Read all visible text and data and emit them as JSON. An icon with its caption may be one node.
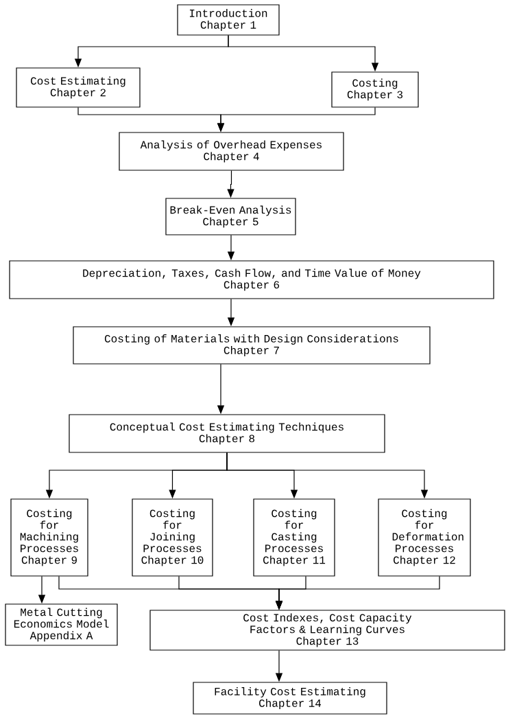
{
  "diagram": {
    "nodes": [
      {
        "text": [
          "Introduction",
          "Chapter 1"
        ]
      },
      {
        "text": [
          "Cost Estimating",
          "Chapter 2"
        ]
      },
      {
        "text": [
          "Costing",
          "Chapter 3"
        ]
      },
      {
        "text": [
          "Analysis of Overhead Expenses",
          "Chapter 4"
        ]
      },
      {
        "text": [
          "Break-Even Analysis",
          "Chapter 5"
        ]
      },
      {
        "text": [
          "Depreciation, Taxes, Cash Flow, and Time Value of Money",
          "Chapter 6"
        ]
      },
      {
        "text": [
          "Costing of Materials with Design Considerations",
          "Chapter 7"
        ]
      },
      {
        "text": [
          "Conceptual Cost Estimating Techniques",
          "Chapter 8"
        ]
      },
      {
        "text": [
          "Costing for Machining Processes",
          "Chapter 9"
        ]
      },
      {
        "text": [
          "Costing for Joining Processes",
          "Chapter 10"
        ]
      },
      {
        "text": [
          "Costing for Casting Processes",
          "Chapter 11"
        ]
      },
      {
        "text": [
          "Costing for Deformation Processes",
          "Chapter 12"
        ]
      },
      {
        "text": [
          "Metal Cutting Economics Model",
          "Appendix A"
        ]
      },
      {
        "text": [
          "Cost Indexes, Cost Capacity Factors & Learning Curves",
          "Chapter 13"
        ]
      },
      {
        "text": [
          "Facility Cost Estimating",
          "Chapter 14"
        ]
      }
    ],
    "edges": [
      {
        "from": 0,
        "to": 1,
        "arrow": "to"
      },
      {
        "from": 0,
        "to": 2,
        "arrow": "to"
      },
      {
        "from": 1,
        "to": 3,
        "arrow": "to"
      },
      {
        "from": 2,
        "to": 3,
        "arrow": "to"
      },
      {
        "from": 3,
        "to": 4,
        "arrow": "to"
      },
      {
        "from": 4,
        "to": 5,
        "arrow": "to"
      },
      {
        "from": 5,
        "to": 6,
        "arrow": "to"
      },
      {
        "from": 6,
        "to": 7,
        "arrow": "to"
      },
      {
        "from": 7,
        "to": 8,
        "arrow": "to"
      },
      {
        "from": 7,
        "to": 9,
        "arrow": "to"
      },
      {
        "from": 7,
        "to": 10,
        "arrow": "to"
      },
      {
        "from": 7,
        "to": 11,
        "arrow": "to"
      },
      {
        "from": 8,
        "to": 12,
        "arrow": "to"
      },
      {
        "from": 8,
        "to": 13,
        "arrow": "to"
      },
      {
        "from": 9,
        "to": 13,
        "arrow": "to"
      },
      {
        "from": 10,
        "to": 13,
        "arrow": "to"
      },
      {
        "from": 11,
        "to": 13,
        "arrow": "to"
      },
      {
        "from": 13,
        "to": 14,
        "arrow": "to"
      }
    ]
  }
}
